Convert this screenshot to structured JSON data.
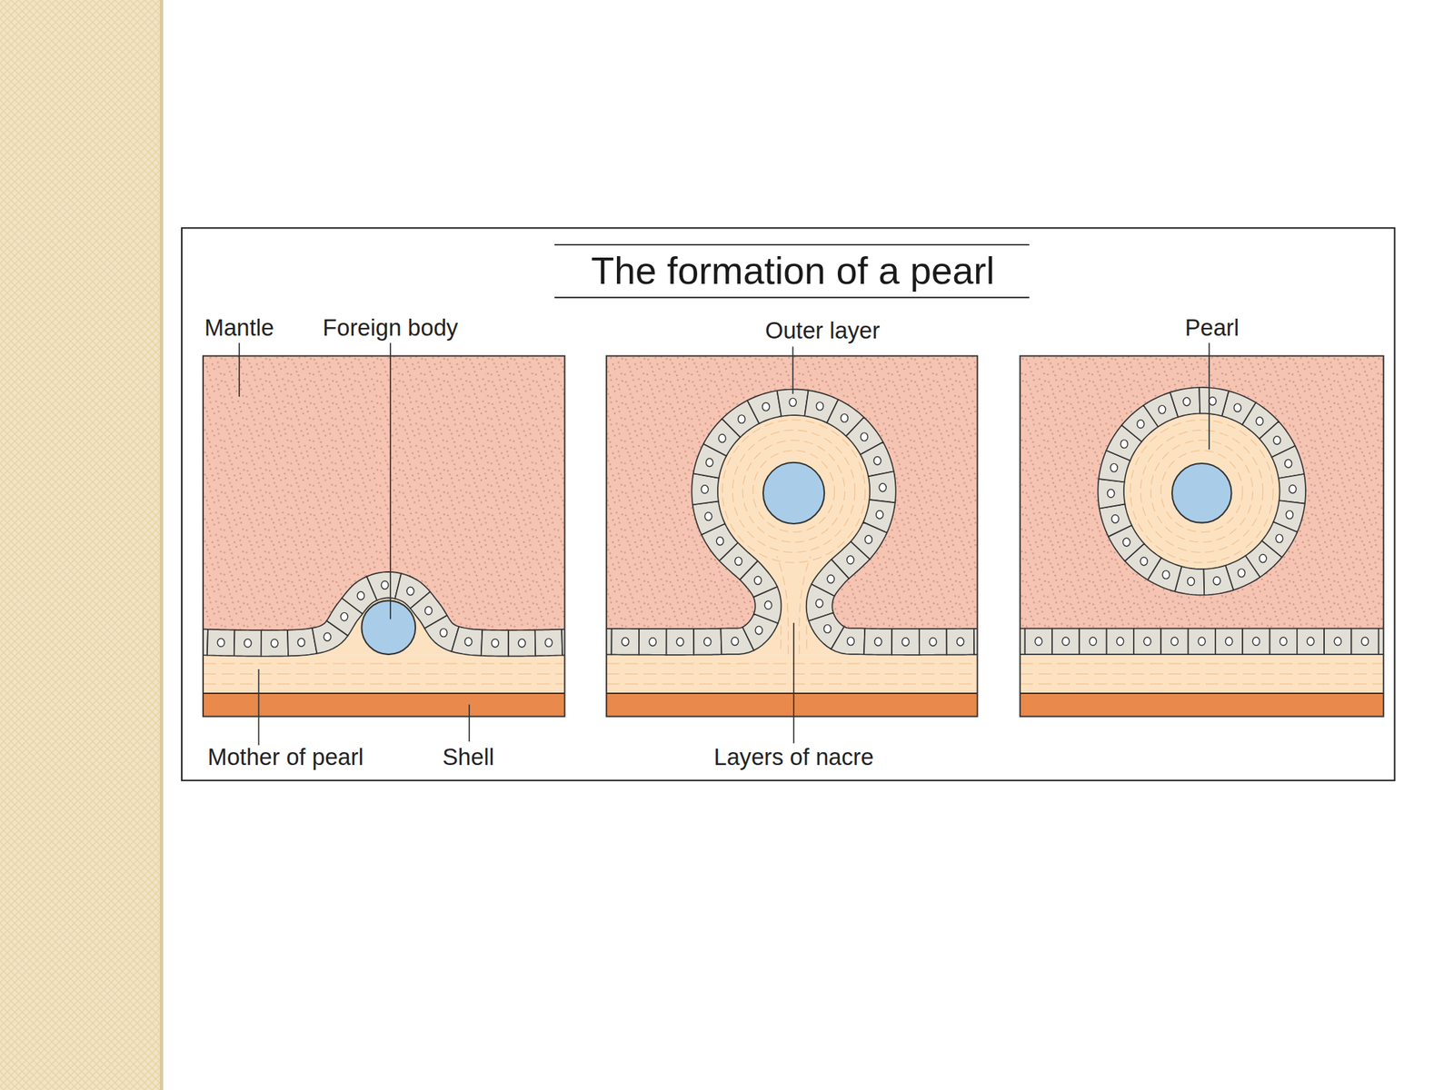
{
  "diagram": {
    "title": "The formation of a pearl",
    "labels": [
      "Mantle",
      "Foreign body",
      "Outer layer",
      "Pearl",
      "Mother of pearl",
      "Shell",
      "Layers of nacre"
    ]
  }
}
